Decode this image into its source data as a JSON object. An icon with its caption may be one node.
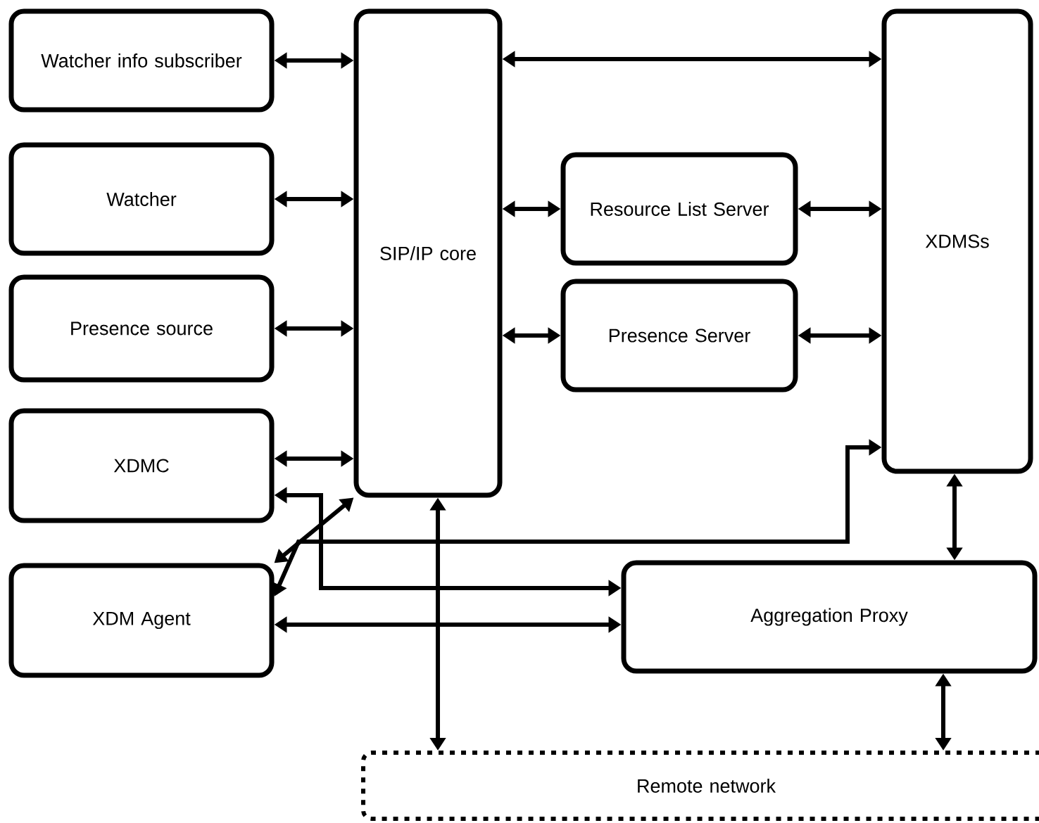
{
  "diagram": {
    "nodes": [
      {
        "text": [
          "Watcher info subscriber"
        ]
      },
      {
        "text": [
          "Watcher"
        ]
      },
      {
        "text": [
          "Presence source"
        ]
      },
      {
        "text": [
          "XDMC"
        ]
      },
      {
        "text": [
          "XDM Agent"
        ]
      },
      {
        "text": [
          "SIP/IP core"
        ]
      },
      {
        "text": [
          "Resource List Server"
        ]
      },
      {
        "text": [
          "Presence Server"
        ]
      },
      {
        "text": [
          "XDMSs"
        ]
      },
      {
        "text": [
          "Aggregation Proxy"
        ]
      },
      {
        "text": [
          "Remote network"
        ]
      }
    ],
    "edges": [
      {
        "from": 0,
        "to": 5,
        "arrow": "both"
      },
      {
        "from": 1,
        "to": 5,
        "arrow": "both"
      },
      {
        "from": 2,
        "to": 5,
        "arrow": "both"
      },
      {
        "from": 3,
        "to": 5,
        "arrow": "both"
      },
      {
        "from": 3,
        "to": 9,
        "arrow": "both"
      },
      {
        "from": 4,
        "to": 5,
        "arrow": "both"
      },
      {
        "from": 8,
        "to": 4,
        "arrow": "both"
      },
      {
        "from": 4,
        "to": 9,
        "arrow": "both"
      },
      {
        "from": 5,
        "to": 8,
        "arrow": "both"
      },
      {
        "from": 5,
        "to": 6,
        "arrow": "both"
      },
      {
        "from": 6,
        "to": 8,
        "arrow": "both"
      },
      {
        "from": 5,
        "to": 7,
        "arrow": "both"
      },
      {
        "from": 7,
        "to": 8,
        "arrow": "both"
      },
      {
        "from": 8,
        "to": 9,
        "arrow": "both"
      },
      {
        "from": 5,
        "to": 10,
        "arrow": "both"
      },
      {
        "from": 9,
        "to": 10,
        "arrow": "both"
      }
    ]
  }
}
